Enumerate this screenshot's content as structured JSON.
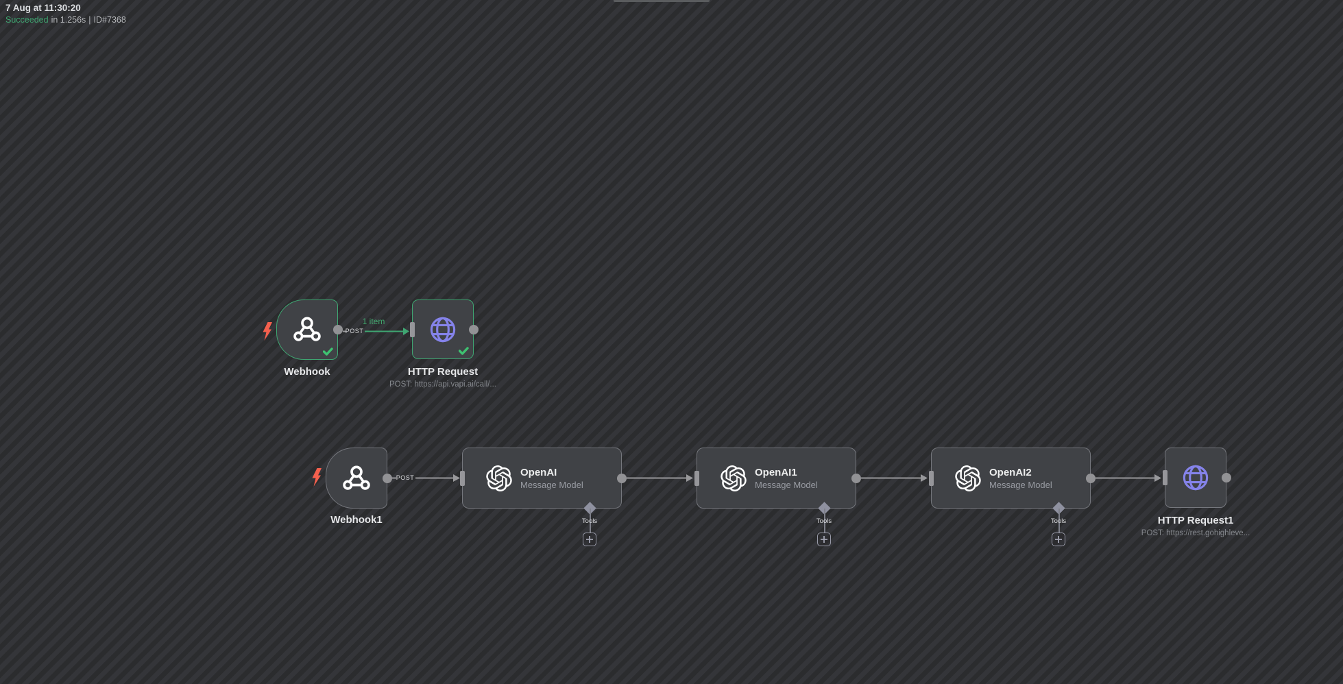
{
  "header": {
    "timestamp": "7 Aug at 11:30:20",
    "status": "Succeeded",
    "duration": "in 1.256s",
    "separator": "|",
    "execution_id": "ID#7368"
  },
  "canvas": {
    "connection_label_items": "1 item",
    "nodes": [
      {
        "id": "webhook",
        "name": "Webhook",
        "port_label": "POST",
        "icon": "webhook-icon",
        "status": "success"
      },
      {
        "id": "http-request",
        "name": "HTTP Request",
        "subtitle": "POST: https://api.vapi.ai/call/...",
        "icon": "globe-icon",
        "status": "success"
      },
      {
        "id": "webhook1",
        "name": "Webhook1",
        "port_label": "POST",
        "icon": "webhook-icon",
        "status": "idle"
      },
      {
        "id": "openai",
        "name": "OpenAI",
        "subtitle": "Message Model",
        "tools_label": "Tools",
        "icon": "openai-icon",
        "status": "idle"
      },
      {
        "id": "openai1",
        "name": "OpenAI1",
        "subtitle": "Message Model",
        "tools_label": "Tools",
        "icon": "openai-icon",
        "status": "idle"
      },
      {
        "id": "openai2",
        "name": "OpenAI2",
        "subtitle": "Message Model",
        "tools_label": "Tools",
        "icon": "openai-icon",
        "status": "idle"
      },
      {
        "id": "http-request1",
        "name": "HTTP Request1",
        "subtitle": "POST: https://rest.gohighleve...",
        "icon": "globe-icon",
        "status": "idle"
      }
    ],
    "colors": {
      "success_green": "#3fa672",
      "node_fill": "#404246",
      "node_border": "#75777d",
      "accent_purple": "#8583ea",
      "bolt_red": "#f4604e"
    }
  }
}
